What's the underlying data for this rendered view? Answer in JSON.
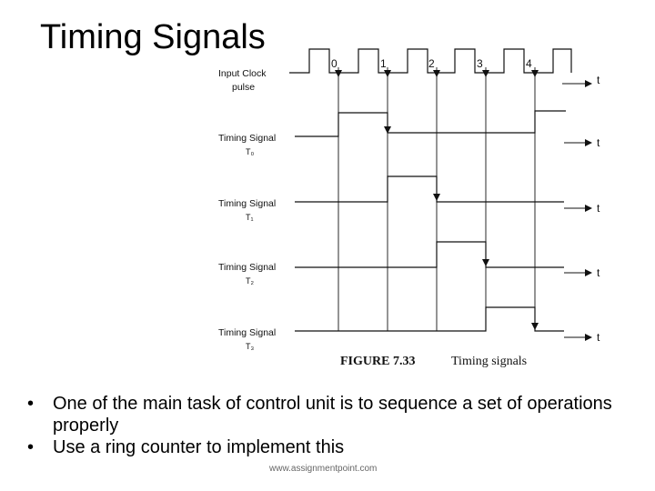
{
  "slide": {
    "title": "Timing Signals",
    "bullets": [
      "One of the main task of control unit is to sequence a set of operations properly",
      "Use a ring counter to implement this"
    ],
    "footer": "www.assignmentpoint.com"
  },
  "figure": {
    "caption_number": "FIGURE 7.33",
    "caption_text": "Timing signals",
    "clock_ticks": [
      "0",
      "1",
      "2",
      "3",
      "4"
    ],
    "time_label": "t",
    "signals": [
      {
        "label": "Input Clock",
        "sub": "pulse"
      },
      {
        "label": "Timing Signal",
        "sub": "T₀"
      },
      {
        "label": "Timing Signal",
        "sub": "T₁"
      },
      {
        "label": "Timing Signal",
        "sub": "T₂"
      },
      {
        "label": "Timing Signal",
        "sub": "T₃"
      }
    ]
  }
}
